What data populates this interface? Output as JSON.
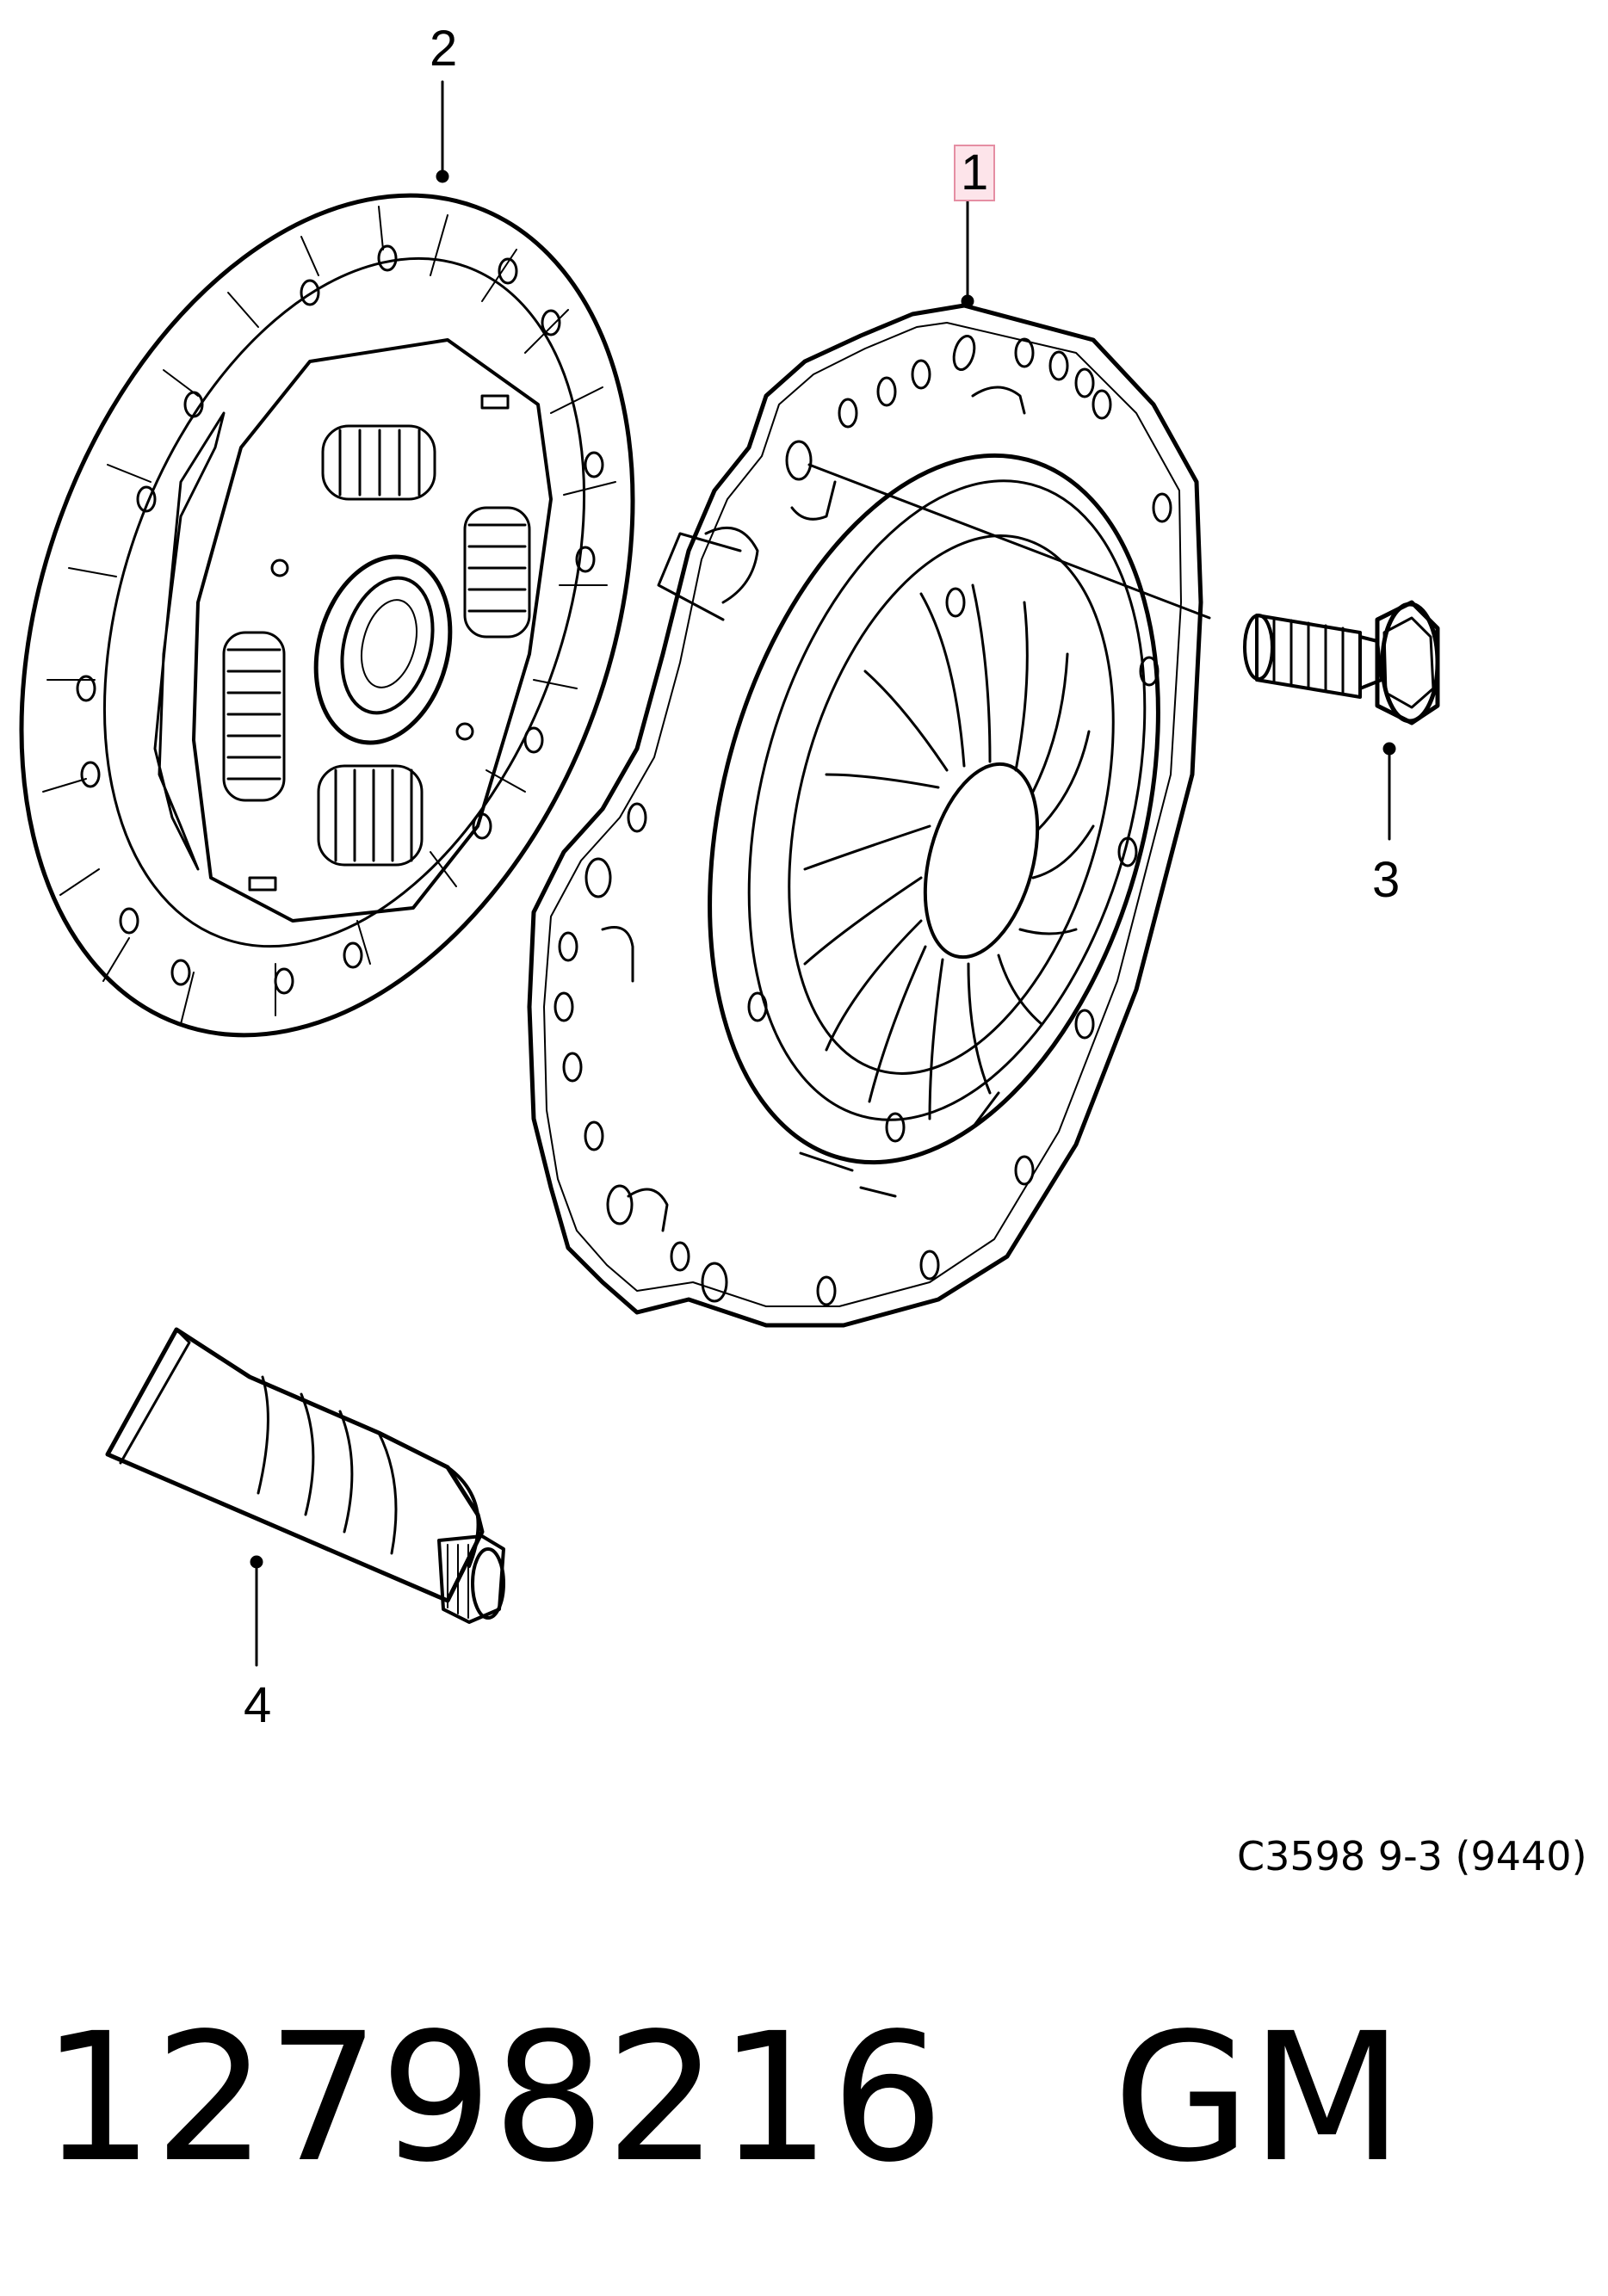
{
  "callouts": {
    "one": "1",
    "two": "2",
    "three": "3",
    "four": "4"
  },
  "caption": "C3598 9-3 (9440)",
  "part_number": "12798216",
  "brand": "GM",
  "highlight_color": "#fde4ea",
  "highlight_border": "#e58ea3"
}
